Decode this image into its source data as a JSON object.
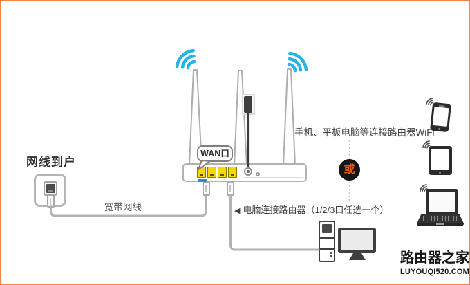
{
  "colors": {
    "frame_border": "#f58345",
    "wifi_blue": "#29b2e8",
    "port_yellow": "#f6d800",
    "or_orange": "#f25c05",
    "wan_badge_blue": "#2f86d2"
  },
  "wall": {
    "title": "网线到户"
  },
  "cable": {
    "broadband_label": "宽带网线"
  },
  "router": {
    "wan_bubble": "WAN口"
  },
  "notes": {
    "wifi_devices": "手机、平板电脑等连接路由器WiFi",
    "or": "或",
    "pc_arrow": "◀",
    "pc_text": "电脑连接路由器（1/2/3口任选一个）"
  },
  "logo": {
    "title": "路由器之家",
    "domain": "LUYOUQI520.COM"
  }
}
